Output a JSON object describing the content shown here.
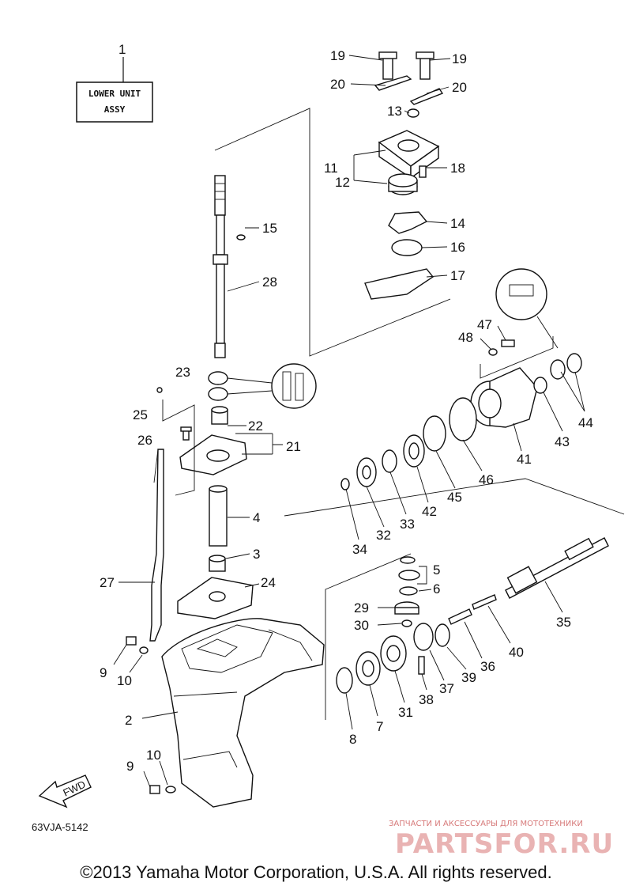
{
  "title_box": {
    "line1": "LOWER UNIT",
    "line2": "ASSY"
  },
  "callouts": [
    "1",
    "2",
    "3",
    "4",
    "5",
    "6",
    "7",
    "8",
    "9",
    "10",
    "11",
    "12",
    "13",
    "14",
    "15",
    "16",
    "17",
    "18",
    "19",
    "20",
    "21",
    "22",
    "23",
    "24",
    "25",
    "26",
    "27",
    "28",
    "29",
    "30",
    "31",
    "32",
    "33",
    "34",
    "35",
    "36",
    "37",
    "38",
    "39",
    "40",
    "41",
    "42",
    "43",
    "44",
    "45",
    "46",
    "47",
    "48"
  ],
  "fwd_label": "FWD",
  "diagram_code": "63VJA-5142",
  "watermark": {
    "caption": "ЗАПЧАСТИ И АКСЕССУАРЫ ДЛЯ МОТОТЕХНИКИ",
    "brand": "PARTSFOR.RU"
  },
  "copyright": "©2013 Yamaha Motor Corporation, U.S.A. All rights reserved.",
  "colors": {
    "ink": "#111111",
    "watermark": "#e9b3b3"
  }
}
